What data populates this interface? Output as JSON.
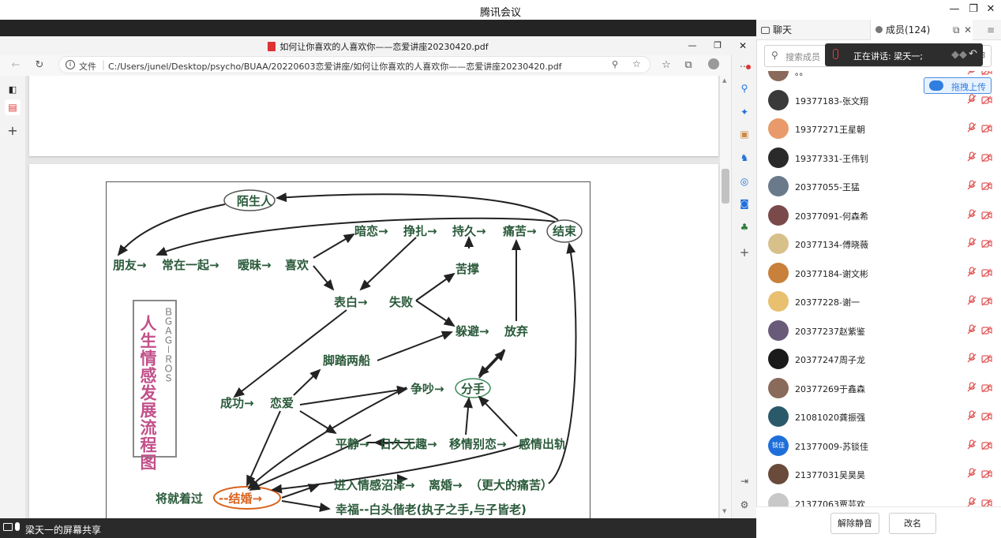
{
  "app": {
    "title": "腾讯会议"
  },
  "browser": {
    "doc_title": "如何让你喜欢的人喜欢你——恋爱讲座20230420.pdf",
    "url_label": "文件",
    "url": "C:/Users/junel/Desktop/psycho/BUAA/20220603恋爱讲座/如何让你喜欢的人喜欢你——恋爱讲座20230420.pdf"
  },
  "diagram": {
    "title_vertical": "人生情感发展流程图",
    "nodes": {
      "stranger": "陌生人",
      "friend": "朋友→",
      "together": "常在一起→",
      "ambiguous": "暧昧→",
      "like": "喜欢",
      "crush": "暗恋→",
      "struggle": "挣扎→",
      "persist": "持久→",
      "pain": "痛苦→",
      "end": "结束",
      "endure": "苦撑",
      "confess": "表白→",
      "fail": "失败",
      "avoid": "躲避→",
      "giveup": "放弃",
      "twoboats": "脚踏两船",
      "success": "成功→",
      "love": "恋爱",
      "quarrel": "争吵→",
      "breakup": "分手",
      "calm": "平静→",
      "bored": "日久无趣→",
      "affection_shift": "移情别恋→",
      "cheat": "感情出轨",
      "settle": "将就着过",
      "marry": "--结婚→",
      "swamp": "进入情感沼泽→",
      "divorce": "离婚→",
      "bigger_pain": "（更大的痛苦）",
      "happy": "幸福--白头偕老(执子之手,与子皆老)"
    }
  },
  "share": {
    "label": "梁天一的屏幕共享"
  },
  "panel": {
    "tab_chat": "聊天",
    "tab_members": "成员(124)",
    "search_placeholder": "搜索成员",
    "speaking": "正在讲话: 梁天一;",
    "upload": "拖拽上传",
    "members": [
      {
        "name": "。。",
        "avatar_color": "#8a6a5a"
      },
      {
        "name": "19377183-张文翔",
        "avatar_color": "#3a3a3a"
      },
      {
        "name": "19377271王星朝",
        "avatar_color": "#e89a6a"
      },
      {
        "name": "19377331-王伟钊",
        "avatar_color": "#2a2a2a"
      },
      {
        "name": "20377055-王猛",
        "avatar_color": "#6a7a8a"
      },
      {
        "name": "20377091-何森希",
        "avatar_color": "#7a4a4a"
      },
      {
        "name": "20377134-傅晓薇",
        "avatar_color": "#d8c08a"
      },
      {
        "name": "20377184-谢文彬",
        "avatar_color": "#c8803a"
      },
      {
        "name": "20377228-谢一",
        "avatar_color": "#e8c070"
      },
      {
        "name": "20377237赵紫鉴",
        "avatar_color": "#6a5a7a"
      },
      {
        "name": "20377247周子龙",
        "avatar_color": "#1a1a1a"
      },
      {
        "name": "20377269于鑫森",
        "avatar_color": "#8a6a5a"
      },
      {
        "name": "21081020龚振强",
        "avatar_color": "#2a5a6a"
      },
      {
        "name": "21377009-苏锬佳",
        "avatar_color": "#1e6fd9",
        "avatar_text": "锬佳"
      },
      {
        "name": "21377031吴昊昊",
        "avatar_color": "#6a4a3a"
      },
      {
        "name": "21377063贾芸欢",
        "avatar_color": "#c8c8c8"
      }
    ],
    "unmute_label": "解除静音",
    "rename_label": "改名"
  },
  "colors": {
    "accent": "#1e6fd9",
    "diagram_text": "#2a5a3a",
    "marry_ring": "#d9631e"
  }
}
